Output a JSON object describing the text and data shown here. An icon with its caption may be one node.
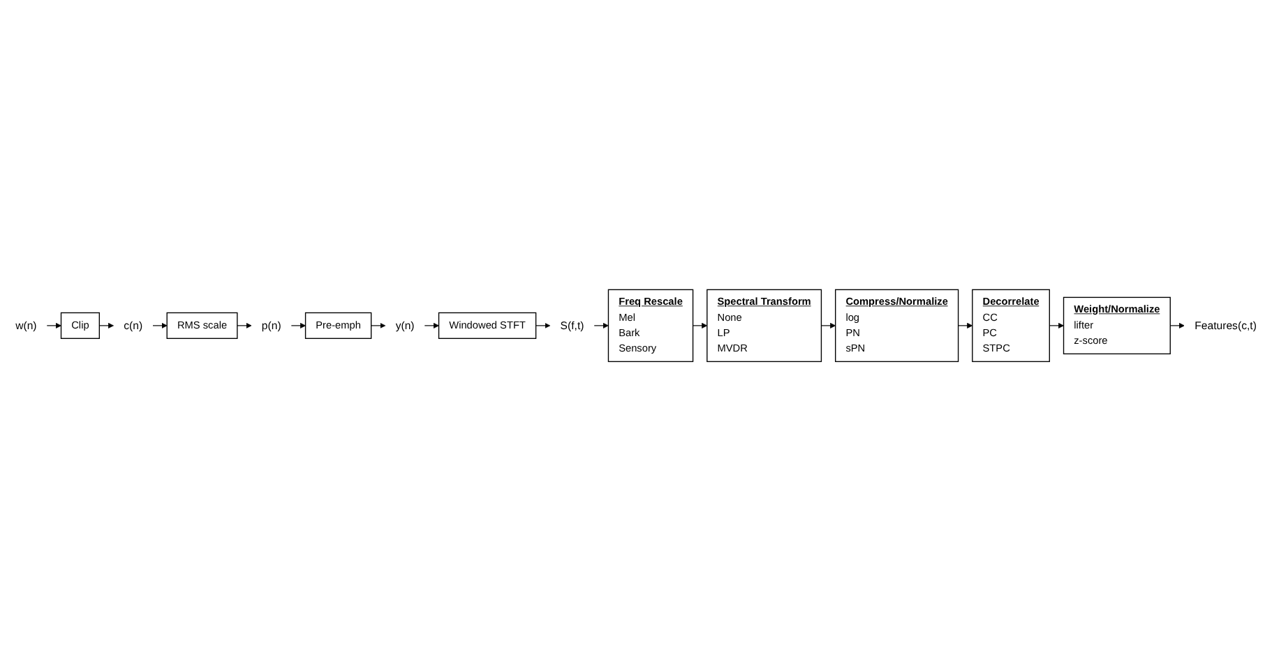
{
  "diagram": {
    "nodes": [
      {
        "text": [
          "w(n)"
        ]
      },
      {
        "text": [
          "Clip"
        ]
      },
      {
        "text": [
          "c(n)"
        ]
      },
      {
        "text": [
          "RMS scale"
        ]
      },
      {
        "text": [
          "p(n)"
        ]
      },
      {
        "text": [
          "Pre-emph"
        ]
      },
      {
        "text": [
          "y(n)"
        ]
      },
      {
        "text": [
          "Windowed STFT"
        ]
      },
      {
        "text": [
          "S(f,t)"
        ]
      },
      {
        "text": [
          "Freq Rescale",
          "Mel",
          "Bark",
          "Sensory"
        ]
      },
      {
        "text": [
          "Spectral Transform",
          "None",
          "LP",
          "MVDR"
        ]
      },
      {
        "text": [
          "Compress/Normalize",
          "log",
          "PN",
          "sPN"
        ]
      },
      {
        "text": [
          "Decorrelate",
          "CC",
          "PC",
          "STPC"
        ]
      },
      {
        "text": [
          "Weight/Normalize",
          "lifter",
          "z-score"
        ]
      },
      {
        "text": [
          "Features(c,t)"
        ]
      }
    ],
    "edges": [
      {
        "from": 0,
        "to": 1,
        "arrow": "to"
      },
      {
        "from": 1,
        "to": 2,
        "arrow": "to"
      },
      {
        "from": 2,
        "to": 3,
        "arrow": "to"
      },
      {
        "from": 3,
        "to": 4,
        "arrow": "to"
      },
      {
        "from": 4,
        "to": 5,
        "arrow": "to"
      },
      {
        "from": 5,
        "to": 6,
        "arrow": "to"
      },
      {
        "from": 6,
        "to": 7,
        "arrow": "to"
      },
      {
        "from": 7,
        "to": 8,
        "arrow": "to"
      },
      {
        "from": 8,
        "to": 9,
        "arrow": "to"
      },
      {
        "from": 9,
        "to": 10,
        "arrow": "to"
      },
      {
        "from": 10,
        "to": 11,
        "arrow": "to"
      },
      {
        "from": 11,
        "to": 12,
        "arrow": "to"
      },
      {
        "from": 12,
        "to": 13,
        "arrow": "to"
      },
      {
        "from": 13,
        "to": 14,
        "arrow": "to"
      }
    ]
  }
}
